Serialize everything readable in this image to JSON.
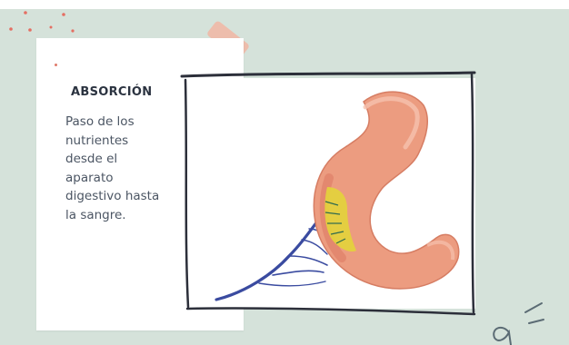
{
  "card": {
    "title": "ABSORCIÓN",
    "body": "Paso de los\nnutrientes\ndesde el\naparato\ndigestivo hasta\nla sangre."
  },
  "illustration": {
    "subject": "small-intestine-with-blood-vessels",
    "colors": {
      "background": "#d5e2da",
      "intestine": "#ec9c80",
      "villi": "#e3d43a",
      "vessels": "#3a4ba0",
      "frame": "#2c2f3a"
    }
  },
  "annotation": {
    "text": "a ="
  }
}
